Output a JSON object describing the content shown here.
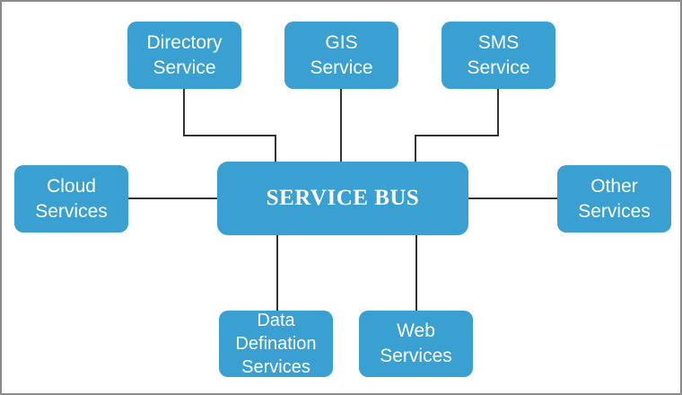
{
  "hub": {
    "label": "SERVICE BUS"
  },
  "nodes": {
    "directory": {
      "label": "Directory\nService"
    },
    "gis": {
      "label": "GIS\nService"
    },
    "sms": {
      "label": "SMS\nService"
    },
    "cloud": {
      "label": "Cloud\nServices"
    },
    "other": {
      "label": "Other\nServices"
    },
    "data_definition": {
      "label": "Data\nDefination\nServices"
    },
    "web": {
      "label": "Web\nServices"
    }
  },
  "colors": {
    "node_fill": "#3a9fd1",
    "node_text": "#ffffff",
    "connector": "#333333",
    "frame": "#8a8a8a"
  }
}
